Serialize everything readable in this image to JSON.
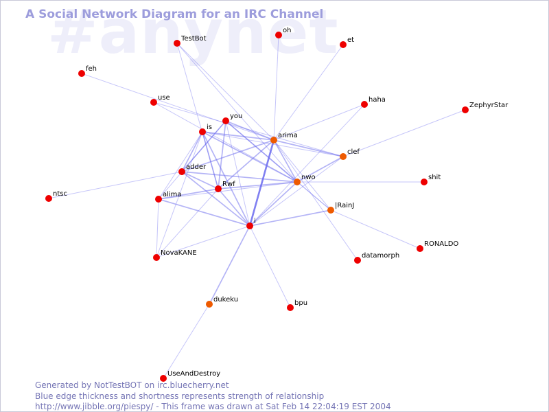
{
  "watermark": "#anynet",
  "title": "A Social Network Diagram for an IRC Channel",
  "footer": {
    "line1": "Generated by NotTestBOT on irc.bluecherry.net",
    "line2": "Blue edge thickness and shortness represents strength of relationship",
    "line3": "http://www.jibble.org/piespy/ - This frame was drawn at Sat Feb 14 22:04:19 EST 2004"
  },
  "colors": {
    "node_red": "#ee0000",
    "node_orange": "#ee5a00",
    "edge": "#6a6aee",
    "title": "#9d9ddc",
    "footer": "#7575b5",
    "watermark": "#eeeefa"
  },
  "nodes": [
    {
      "id": "TestBot",
      "label": "TestBot",
      "color": "red"
    },
    {
      "id": "oh",
      "label": "oh",
      "color": "red"
    },
    {
      "id": "et",
      "label": "et",
      "color": "red"
    },
    {
      "id": "feh",
      "label": "feh",
      "color": "red"
    },
    {
      "id": "use",
      "label": "use",
      "color": "red"
    },
    {
      "id": "haha",
      "label": "haha",
      "color": "red"
    },
    {
      "id": "ZephyrStar",
      "label": "ZephyrStar",
      "color": "red"
    },
    {
      "id": "you",
      "label": "you",
      "color": "red"
    },
    {
      "id": "is",
      "label": "is",
      "color": "red"
    },
    {
      "id": "arima",
      "label": "arima",
      "color": "orange"
    },
    {
      "id": "clef",
      "label": "clef",
      "color": "orange"
    },
    {
      "id": "adder",
      "label": "adder",
      "color": "red"
    },
    {
      "id": "nwo",
      "label": "nwo",
      "color": "orange"
    },
    {
      "id": "shit",
      "label": "shit",
      "color": "red"
    },
    {
      "id": "ntsc",
      "label": "ntsc",
      "color": "red"
    },
    {
      "id": "alima",
      "label": "alima",
      "color": "red"
    },
    {
      "id": "Rwf",
      "label": "Rwf",
      "color": "red"
    },
    {
      "id": "RainJ",
      "label": "|RainJ",
      "color": "orange"
    },
    {
      "id": "i",
      "label": "i",
      "color": "red"
    },
    {
      "id": "RONALDO",
      "label": "RONALDO",
      "color": "red"
    },
    {
      "id": "NovaKANE",
      "label": "NovaKANE",
      "color": "red"
    },
    {
      "id": "datamorph",
      "label": "datamorph",
      "color": "red"
    },
    {
      "id": "dukeku",
      "label": "dukeku",
      "color": "orange"
    },
    {
      "id": "bpu",
      "label": "bpu",
      "color": "red"
    },
    {
      "id": "UseAndDestroy",
      "label": "UseAndDestroy",
      "color": "red"
    }
  ],
  "edges": [
    {
      "from": "TestBot",
      "to": "nwo",
      "strength": 1
    },
    {
      "from": "TestBot",
      "to": "Rwf",
      "strength": 1
    },
    {
      "from": "TestBot",
      "to": "arima",
      "strength": 1
    },
    {
      "from": "oh",
      "to": "arima",
      "strength": 1
    },
    {
      "from": "et",
      "to": "arima",
      "strength": 1
    },
    {
      "from": "feh",
      "to": "arima",
      "strength": 1
    },
    {
      "from": "use",
      "to": "clef",
      "strength": 1
    },
    {
      "from": "use",
      "to": "nwo",
      "strength": 1
    },
    {
      "from": "haha",
      "to": "arima",
      "strength": 1
    },
    {
      "from": "haha",
      "to": "i",
      "strength": 1
    },
    {
      "from": "ZephyrStar",
      "to": "clef",
      "strength": 1
    },
    {
      "from": "you",
      "to": "arima",
      "strength": 2
    },
    {
      "from": "you",
      "to": "Rwf",
      "strength": 2
    },
    {
      "from": "you",
      "to": "adder",
      "strength": 2
    },
    {
      "from": "you",
      "to": "alima",
      "strength": 1
    },
    {
      "from": "you",
      "to": "nwo",
      "strength": 2
    },
    {
      "from": "you",
      "to": "RainJ",
      "strength": 1
    },
    {
      "from": "you",
      "to": "i",
      "strength": 1
    },
    {
      "from": "is",
      "to": "arima",
      "strength": 2
    },
    {
      "from": "is",
      "to": "nwo",
      "strength": 2
    },
    {
      "from": "is",
      "to": "clef",
      "strength": 1
    },
    {
      "from": "is",
      "to": "Rwf",
      "strength": 2
    },
    {
      "from": "is",
      "to": "adder",
      "strength": 2
    },
    {
      "from": "is",
      "to": "alima",
      "strength": 1
    },
    {
      "from": "is",
      "to": "i",
      "strength": 2
    },
    {
      "from": "is",
      "to": "NovaKANE",
      "strength": 1
    },
    {
      "from": "arima",
      "to": "clef",
      "strength": 2
    },
    {
      "from": "arima",
      "to": "adder",
      "strength": 2
    },
    {
      "from": "arima",
      "to": "nwo",
      "strength": 2
    },
    {
      "from": "arima",
      "to": "Rwf",
      "strength": 2
    },
    {
      "from": "arima",
      "to": "i",
      "strength": 3
    },
    {
      "from": "arima",
      "to": "RainJ",
      "strength": 1
    },
    {
      "from": "arima",
      "to": "datamorph",
      "strength": 1
    },
    {
      "from": "clef",
      "to": "nwo",
      "strength": 2
    },
    {
      "from": "clef",
      "to": "i",
      "strength": 1
    },
    {
      "from": "adder",
      "to": "nwo",
      "strength": 2
    },
    {
      "from": "adder",
      "to": "Rwf",
      "strength": 2
    },
    {
      "from": "adder",
      "to": "i",
      "strength": 2
    },
    {
      "from": "adder",
      "to": "ntsc",
      "strength": 1
    },
    {
      "from": "nwo",
      "to": "shit",
      "strength": 1
    },
    {
      "from": "nwo",
      "to": "RainJ",
      "strength": 1
    },
    {
      "from": "nwo",
      "to": "Rwf",
      "strength": 2
    },
    {
      "from": "nwo",
      "to": "i",
      "strength": 2
    },
    {
      "from": "nwo",
      "to": "alima",
      "strength": 1
    },
    {
      "from": "RainJ",
      "to": "i",
      "strength": 2
    },
    {
      "from": "RainJ",
      "to": "RONALDO",
      "strength": 1
    },
    {
      "from": "alima",
      "to": "Rwf",
      "strength": 2
    },
    {
      "from": "alima",
      "to": "i",
      "strength": 2
    },
    {
      "from": "alima",
      "to": "NovaKANE",
      "strength": 1
    },
    {
      "from": "Rwf",
      "to": "i",
      "strength": 2
    },
    {
      "from": "Rwf",
      "to": "NovaKANE",
      "strength": 1
    },
    {
      "from": "i",
      "to": "NovaKANE",
      "strength": 1
    },
    {
      "from": "i",
      "to": "bpu",
      "strength": 1
    },
    {
      "from": "i",
      "to": "dukeku",
      "strength": 2
    },
    {
      "from": "dukeku",
      "to": "UseAndDestroy",
      "strength": 1
    }
  ]
}
